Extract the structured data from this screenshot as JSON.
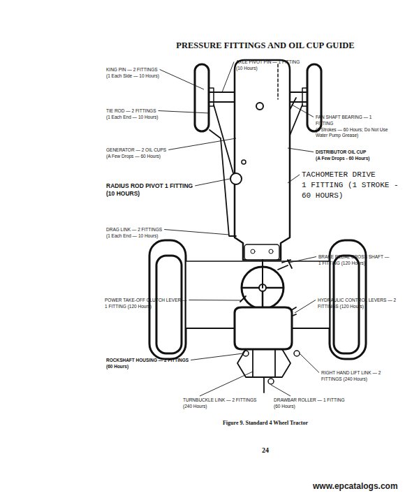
{
  "diagram": {
    "title": "PRESSURE FITTINGS AND OIL CUP GUIDE",
    "caption": "Figure 9. Standard 4 Wheel Tractor",
    "labels": [
      "KING PIN — 2 FITTINGS",
      "(1 Each Side — 10 Hours)",
      "AXLE PIVOT PIN — 1 FITTING",
      "(10 Hours)",
      "TIE ROD — 2 FITTINGS",
      "(1 Each End — 10 Hours)",
      "FAN SHAFT BEARING — 1 FITTING",
      "(2 Strokes — 60 Hours; Do Not Use Water Pump Grease)",
      "GENERATOR — 2 OIL CUPS",
      "(A Few Drops — 60 Hours)",
      "DISTRIBUTOR OIL CUP",
      "(A Few Drops - 60 Hours)",
      "RADIUS ROD PIVOT 1 FITTING",
      "(10 HOURS)",
      "TACHOMETER DRIVE",
      "1 FITTING (1 STROKE - 60 HOURS)",
      "DRAG LINK — 2 FITTINGS",
      "(1 Each End — 10 Hours)",
      "BRAKE PEDAL CROSS SHAFT — 1 FITTING",
      "(120 Hours)",
      "POWER TAKE-OFF CLUTCH LEVER — 1 FITTING",
      "(120 Hours)",
      "HYDRAULIC CONTROL LEVERS — 2 FITTINGS",
      "(120 Hours)",
      "ROCKSHAFT HOUSING — 2 FITTINGS",
      "(60 Hours)",
      "RIGHT HAND LIFT LINK — 2 FITTINGS",
      "(240 Hours)",
      "TURNBUCKLE LINK — 2 FITTINGS",
      "(240 Hours)",
      "DRAWBAR ROLLER — 1 FITTING",
      "(60 Hours)",
      "24",
      "www.epcatalogs.com"
    ]
  }
}
